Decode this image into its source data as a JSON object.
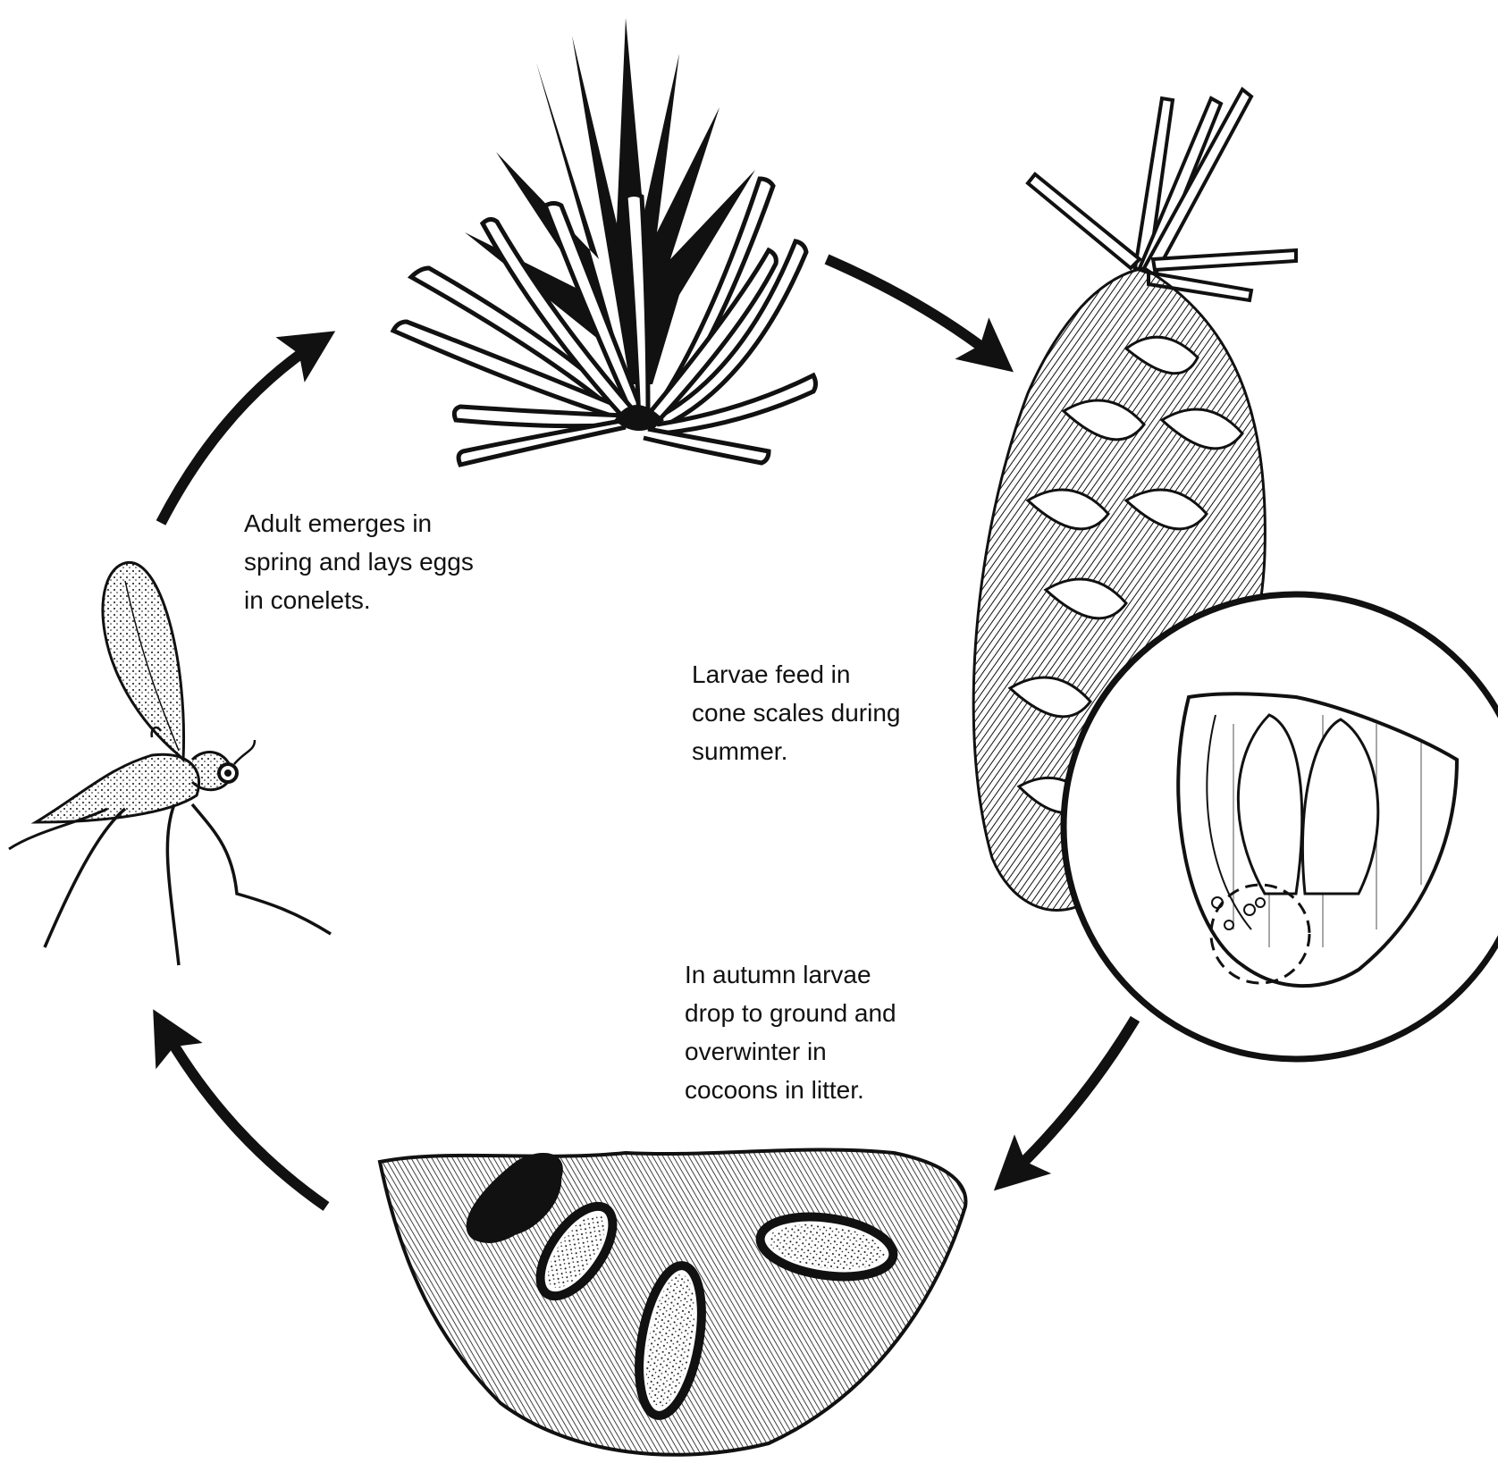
{
  "colors": {
    "ink": "#111111",
    "paper": "#ffffff"
  },
  "stages": {
    "adult": {
      "icon": "midge-adult-icon",
      "caption": [
        "Adult emerges in",
        "spring and lays eggs",
        "in conelets."
      ]
    },
    "conelet": {
      "icon": "pine-conelet-icon"
    },
    "cone": {
      "icon": "cone-icon",
      "caption": [
        "Larvae feed in",
        "cone scales during",
        "summer."
      ]
    },
    "scale_detail": {
      "icon": "cone-scale-detail-icon"
    },
    "litter": {
      "icon": "cocoons-in-litter-icon",
      "caption": [
        "In autumn larvae",
        "drop to ground and",
        "overwinter in",
        "cocoons in litter."
      ]
    }
  },
  "arrows": [
    "arrow-adult-to-conelet",
    "arrow-conelet-to-cone",
    "arrow-cone-to-litter",
    "arrow-litter-to-adult"
  ]
}
